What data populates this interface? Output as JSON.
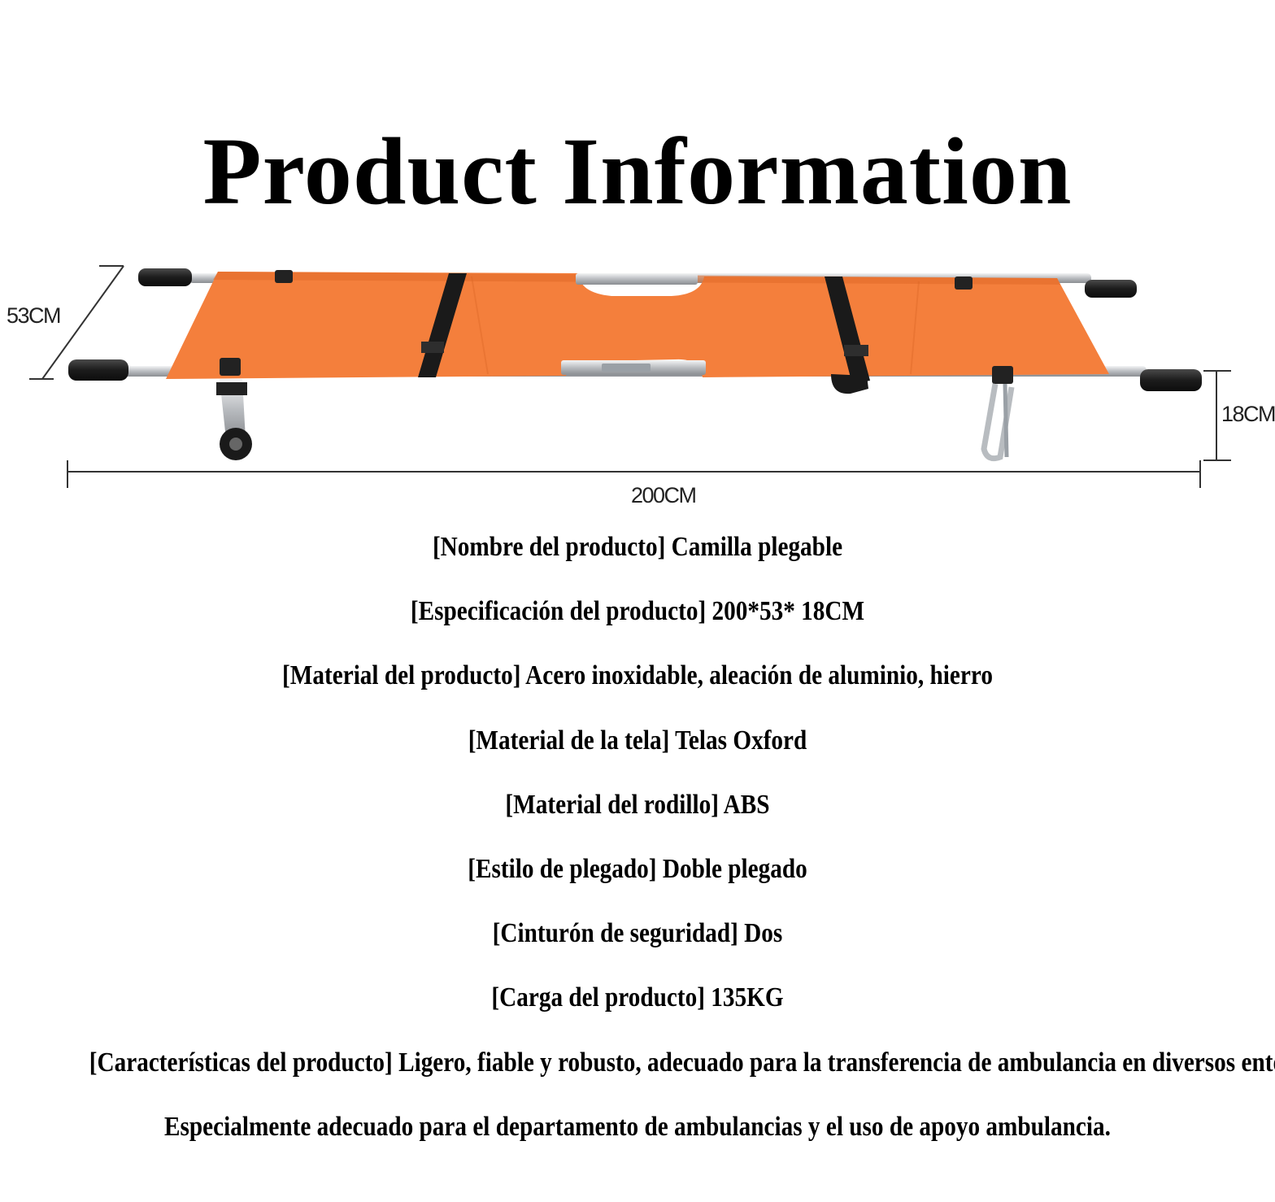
{
  "title": "Product Information",
  "dimensions": {
    "width_label": "53CM",
    "height_label": "18CM",
    "length_label": "200CM"
  },
  "specs": [
    "[Nombre del producto] Camilla plegable",
    "[Especificación del producto] 200*53* 18CM",
    "[Material del producto] Acero inoxidable, aleación de aluminio, hierro",
    "[Material de la tela] Telas Oxford",
    "[Material del rodillo] ABS",
    "[Estilo de plegado] Doble plegado",
    "[Cinturón de seguridad] Dos",
    "[Carga del producto] 135KG",
    "[Características del producto] Ligero, fiable y robusto, adecuado para la transferencia de ambulancia en diversos entornos.",
    "Especialmente adecuado para el departamento de ambulancias y el uso de apoyo ambulancia."
  ],
  "colors": {
    "fabric": "#f47f3c",
    "fabric_shade": "#e06a28",
    "strap": "#1a1a1a",
    "steel": "#c9ccd0",
    "grip": "#1e1e1e"
  }
}
